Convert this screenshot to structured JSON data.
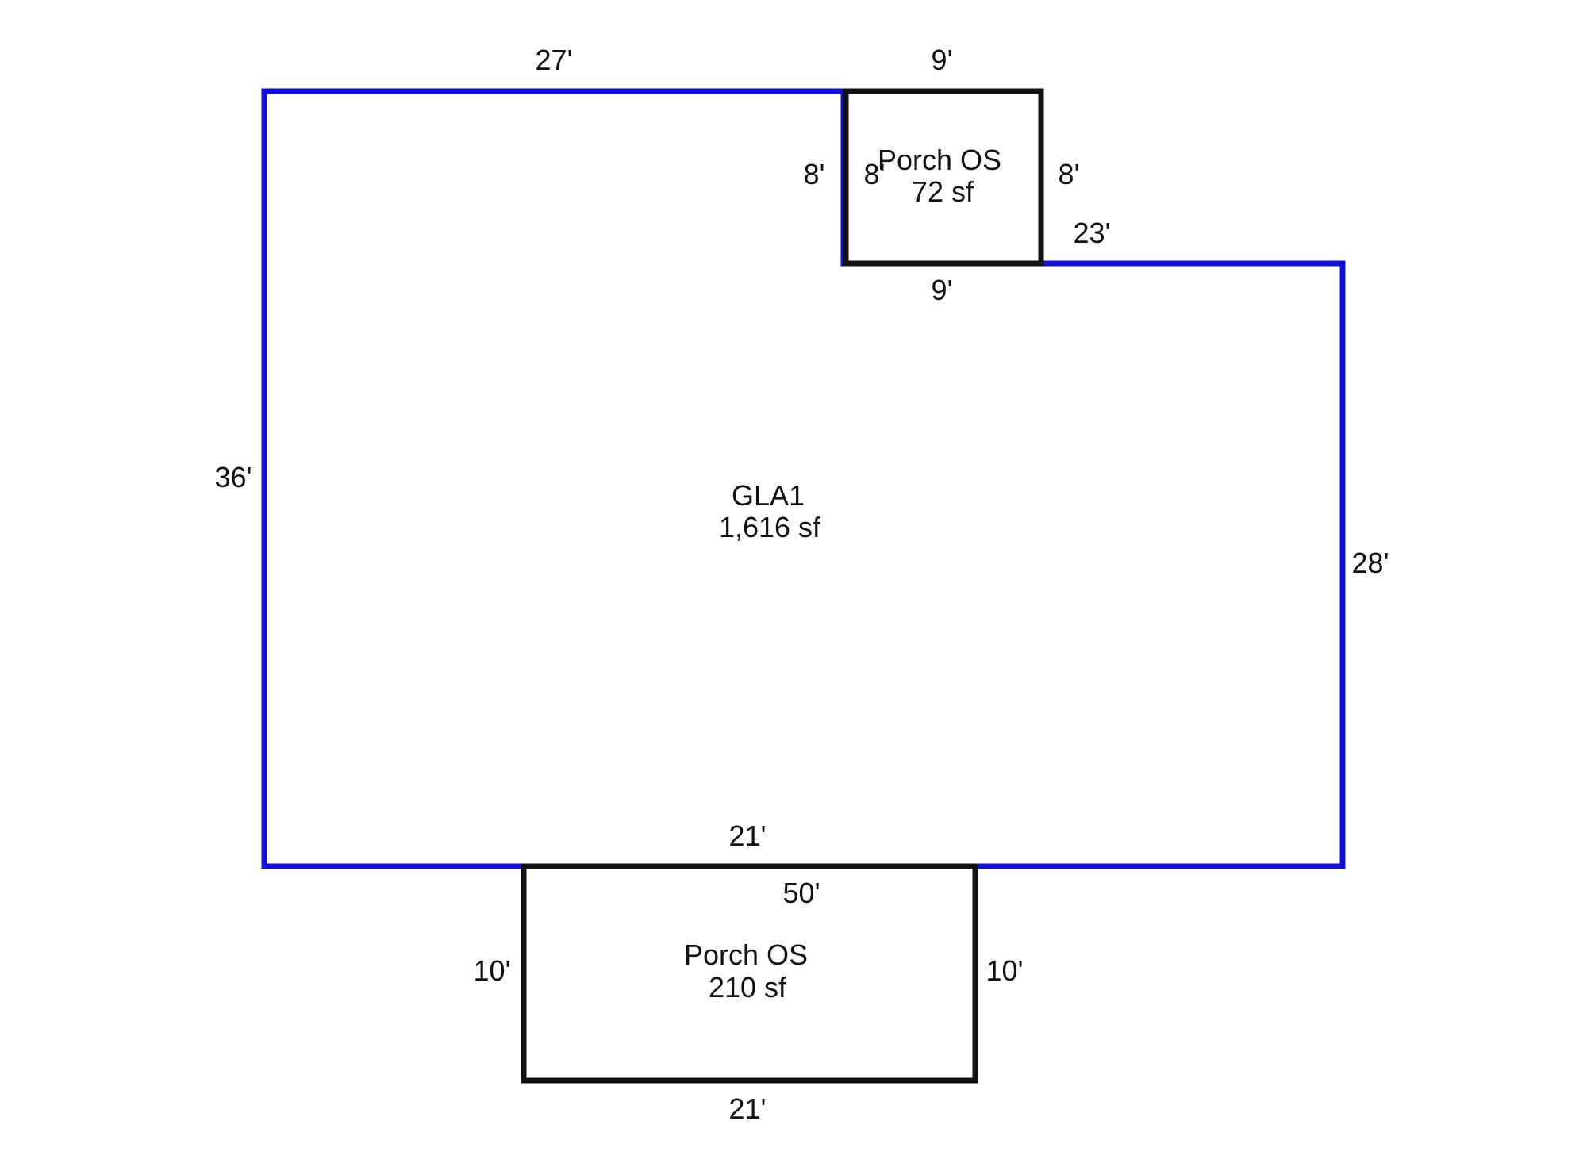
{
  "colors": {
    "gla_outline": "#1010d8",
    "porch_outline": "#111111",
    "text": "#111111",
    "background": "#ffffff"
  },
  "gla": {
    "name": "GLA1",
    "area": "1,616 sf",
    "dims": {
      "top_left": "27'",
      "left": "36'",
      "right": "28'",
      "step_top": "23'",
      "bottom": "50'"
    }
  },
  "porch_top": {
    "name": "Porch OS",
    "area": "72 sf",
    "dims": {
      "top": "9'",
      "bottom": "9'",
      "left_outer": "8'",
      "left_inner": "8'",
      "right": "8'"
    }
  },
  "porch_bottom": {
    "name": "Porch OS",
    "area": "210 sf",
    "dims": {
      "top": "21'",
      "bottom": "21'",
      "left": "10'",
      "right": "10'"
    }
  }
}
